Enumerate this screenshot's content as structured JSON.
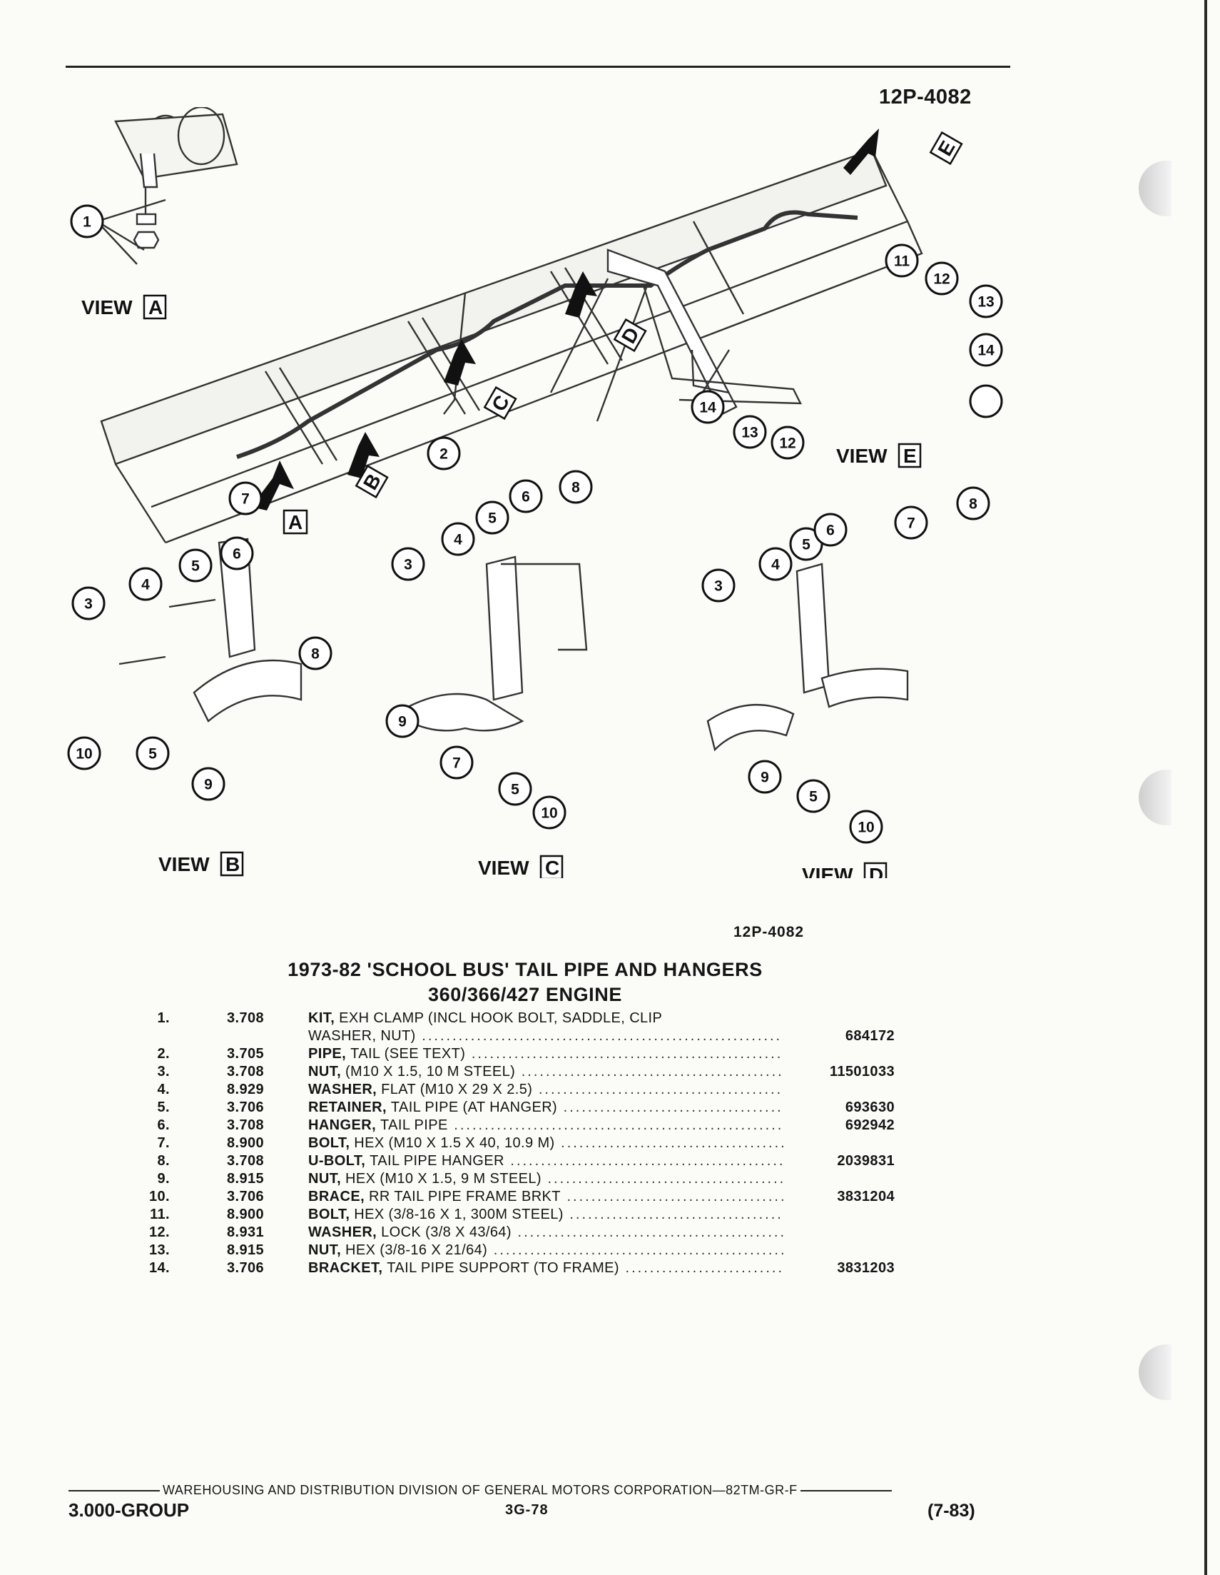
{
  "figure_id_top": "12P-4082",
  "figure_id_bottom": "12P-4082",
  "views": {
    "a": {
      "word": "VIEW",
      "letter": "A"
    },
    "b": {
      "word": "VIEW",
      "letter": "B"
    },
    "c": {
      "word": "VIEW",
      "letter": "C"
    },
    "d": {
      "word": "VIEW",
      "letter": "D"
    },
    "e": {
      "word": "VIEW",
      "letter": "E"
    }
  },
  "arrow_letters": [
    "A",
    "B",
    "C",
    "D",
    "E"
  ],
  "callouts": [
    "1",
    "2",
    "3",
    "4",
    "5",
    "6",
    "7",
    "8",
    "9",
    "10",
    "11",
    "12",
    "13",
    "14"
  ],
  "title_line1": "1973-82 'SCHOOL BUS' TAIL PIPE AND HANGERS",
  "title_line2": "360/366/427 ENGINE",
  "parts": [
    {
      "num": "1.",
      "group": "3.708",
      "name": "KIT,",
      "desc": "EXH CLAMP (INCL HOOK BOLT, SADDLE, CLIP",
      "part_no": ""
    },
    {
      "num": "",
      "group": "",
      "name": "",
      "desc": "WASHER, NUT)",
      "part_no": "684172"
    },
    {
      "num": "2.",
      "group": "3.705",
      "name": "PIPE,",
      "desc": "TAIL (SEE TEXT)",
      "part_no": ""
    },
    {
      "num": "3.",
      "group": "3.708",
      "name": "NUT,",
      "desc": "(M10 X 1.5, 10 M STEEL)",
      "part_no": "11501033"
    },
    {
      "num": "4.",
      "group": "8.929",
      "name": "WASHER,",
      "desc": "FLAT (M10 X 29 X 2.5)",
      "part_no": ""
    },
    {
      "num": "5.",
      "group": "3.706",
      "name": "RETAINER,",
      "desc": "TAIL PIPE (AT HANGER)",
      "part_no": "693630"
    },
    {
      "num": "6.",
      "group": "3.708",
      "name": "HANGER,",
      "desc": "TAIL PIPE",
      "part_no": "692942"
    },
    {
      "num": "7.",
      "group": "8.900",
      "name": "BOLT,",
      "desc": "HEX (M10 X 1.5 X 40, 10.9 M)",
      "part_no": ""
    },
    {
      "num": "8.",
      "group": "3.708",
      "name": "U-BOLT,",
      "desc": "TAIL PIPE HANGER",
      "part_no": "2039831"
    },
    {
      "num": "9.",
      "group": "8.915",
      "name": "NUT,",
      "desc": "HEX (M10 X 1.5, 9 M STEEL)",
      "part_no": ""
    },
    {
      "num": "10.",
      "group": "3.706",
      "name": "BRACE,",
      "desc": "RR TAIL PIPE FRAME BRKT",
      "part_no": "3831204"
    },
    {
      "num": "11.",
      "group": "8.900",
      "name": "BOLT,",
      "desc": "HEX (3/8-16 X 1, 300M STEEL)",
      "part_no": ""
    },
    {
      "num": "12.",
      "group": "8.931",
      "name": "WASHER,",
      "desc": "LOCK (3/8 X 43/64)",
      "part_no": ""
    },
    {
      "num": "13.",
      "group": "8.915",
      "name": "NUT,",
      "desc": "HEX (3/8-16 X 21/64)",
      "part_no": ""
    },
    {
      "num": "14.",
      "group": "3.706",
      "name": "BRACKET,",
      "desc": "TAIL PIPE SUPPORT (TO FRAME)",
      "part_no": "3831203"
    }
  ],
  "footer": {
    "center": "WAREHOUSING AND DISTRIBUTION  DIVISION OF GENERAL MOTORS CORPORATION—82TM-GR-F",
    "group": "3.000-GROUP",
    "page": "3G-78",
    "date": "(7-83)"
  }
}
